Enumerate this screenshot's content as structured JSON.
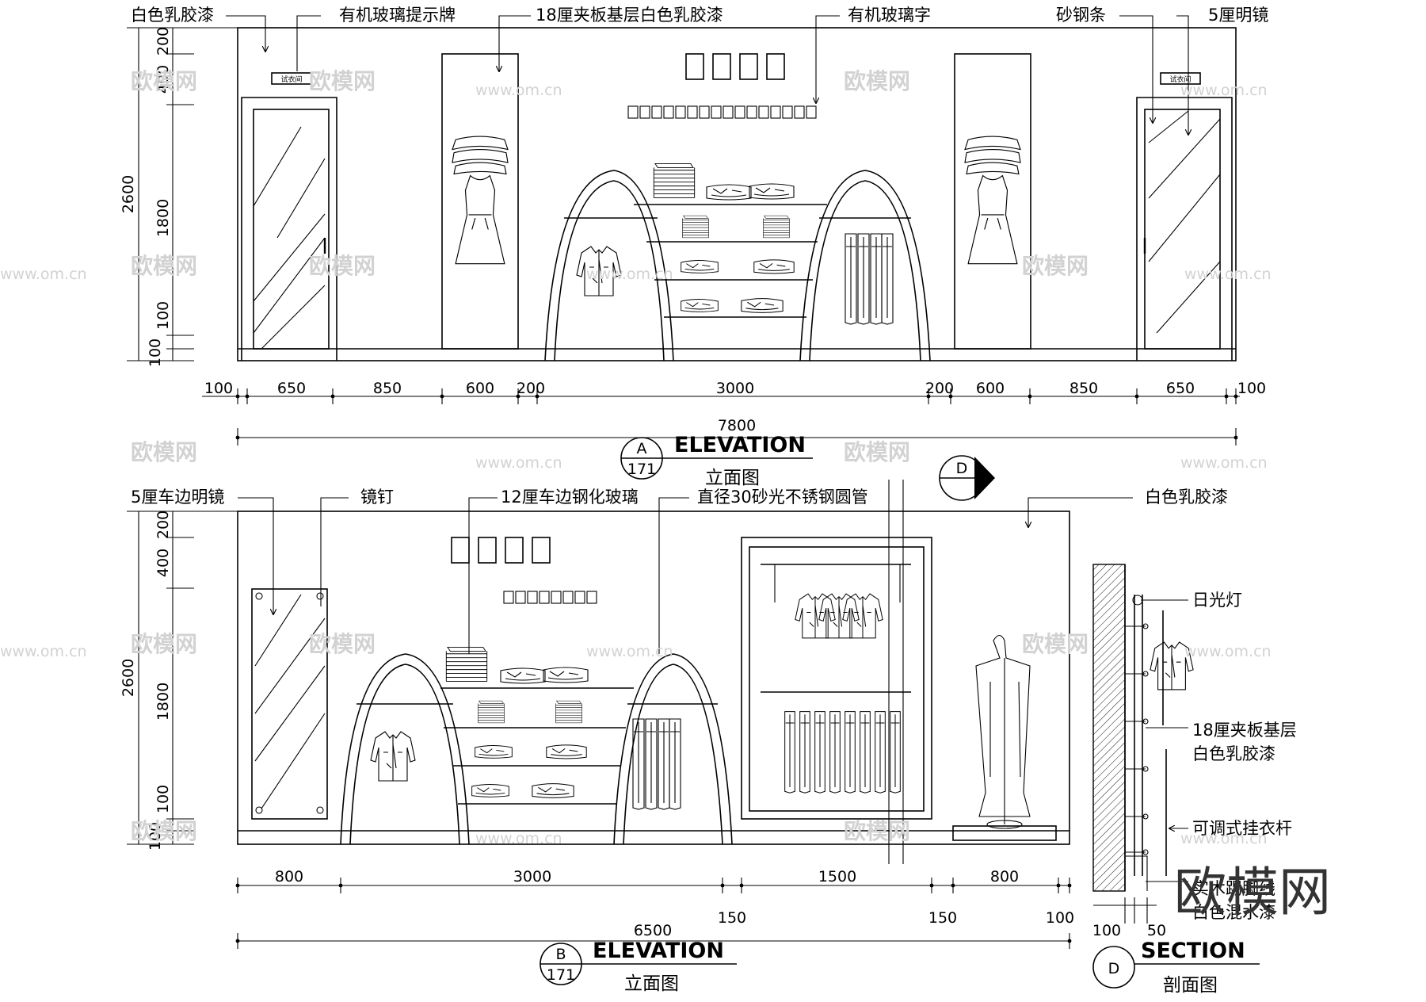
{
  "elevation_a": {
    "callouts": [
      "白色乳胶漆",
      "有机玻璃提示牌",
      "18厘夹板基层白色乳胶漆",
      "有机玻璃字",
      "砂钢条",
      "5厘明镜"
    ],
    "vertical_dims": {
      "outer": "2600",
      "top": "200",
      "upper": "400",
      "middle": "1800",
      "lower": "100",
      "base": "100"
    },
    "horizontal_dims": [
      "100",
      "650",
      "850",
      "600",
      "200",
      "3000",
      "200",
      "600",
      "850",
      "650",
      "100"
    ],
    "total": "7800",
    "tag_letter": "A",
    "tag_number": "171",
    "title": "ELEVATION",
    "subtitle": "立面图",
    "sign_text": "试衣间"
  },
  "elevation_b": {
    "callouts": [
      "5厘车边明镜",
      "镜钉",
      "12厘车边钢化玻璃",
      "直径30砂光不锈钢圆管",
      "白色乳胶漆"
    ],
    "vertical_dims": {
      "outer": "2600",
      "top": "200",
      "upper": "400",
      "middle": "1800",
      "lower": "100",
      "base": "100"
    },
    "horizontal_dims": [
      "800",
      "3000",
      "1500",
      "800"
    ],
    "sub_dims": [
      "150",
      "150",
      "100"
    ],
    "total": "6500",
    "tag_letter": "B",
    "tag_number": "171",
    "title": "ELEVATION",
    "subtitle": "立面图",
    "section_marker": "D"
  },
  "section_d": {
    "callouts": [
      "日光灯",
      "18厘夹板基层",
      "白色乳胶漆",
      "可调式挂衣杆",
      "实木踢脚线",
      "白色混水漆"
    ],
    "dims": [
      "100",
      "50"
    ],
    "tag_letter": "D",
    "title": "SECTION",
    "subtitle": "剖面图"
  },
  "watermark": {
    "brand": "欧模网",
    "url": "www.om.cn",
    "logo": "欧模网"
  }
}
